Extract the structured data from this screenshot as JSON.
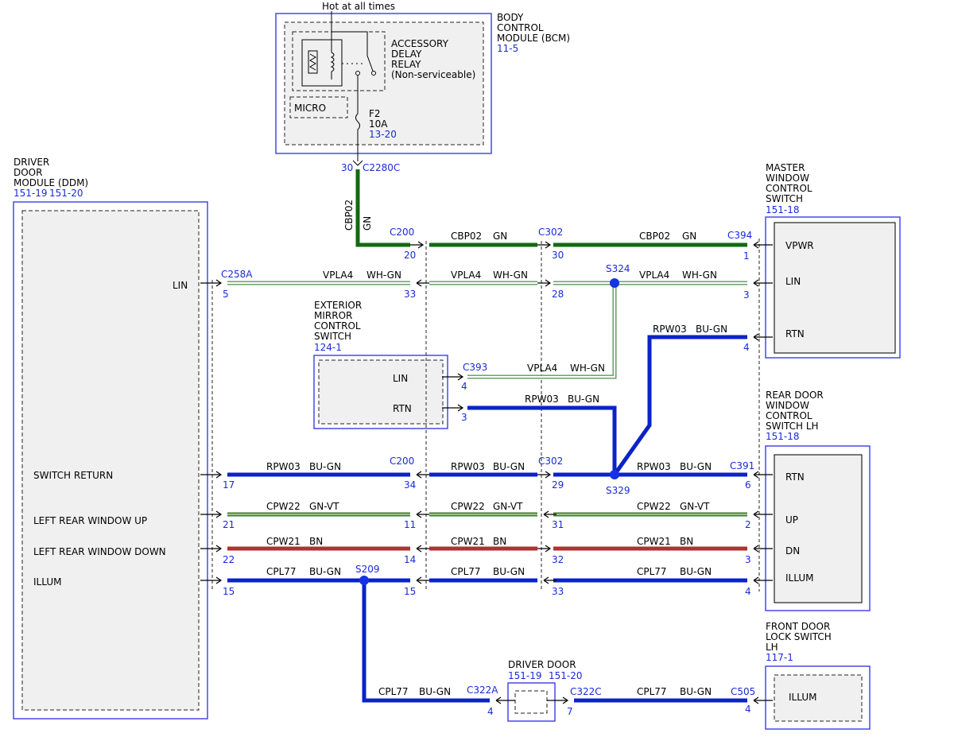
{
  "bcm": {
    "title_lines": [
      "BODY",
      "CONTROL",
      "MODULE (BCM)"
    ],
    "ref": "11-5",
    "hot_label": "Hot at all times",
    "relay_lines": [
      "ACCESSORY",
      "DELAY",
      "RELAY",
      "(Non-serviceable)"
    ],
    "micro": "MICRO",
    "fuse_name": "F2",
    "fuse_rating": "10A",
    "fuse_ref": "13-20",
    "pin": "30",
    "connector": "C2280C"
  },
  "ddm": {
    "title_lines": [
      "DRIVER",
      "DOOR",
      "MODULE (DDM)"
    ],
    "refs": [
      "151-19",
      "151-20"
    ],
    "pins": [
      "LIN",
      "SWITCH RETURN",
      "LEFT REAR WINDOW UP",
      "LEFT REAR WINDOW DOWN",
      "ILLUM"
    ]
  },
  "mwcs": {
    "title_lines": [
      "MASTER",
      "WINDOW",
      "CONTROL",
      "SWITCH"
    ],
    "ref": "151-18",
    "pins": [
      "VPWR",
      "LIN",
      "RTN"
    ]
  },
  "mirror": {
    "title_lines": [
      "EXTERIOR",
      "MIRROR",
      "CONTROL",
      "SWITCH"
    ],
    "ref": "124-1",
    "pins": [
      "LIN",
      "RTN"
    ]
  },
  "rdwcs": {
    "title_lines": [
      "REAR DOOR",
      "WINDOW",
      "CONTROL",
      "SWITCH LH"
    ],
    "ref": "151-18",
    "pins": [
      "RTN",
      "UP",
      "DN",
      "ILLUM"
    ]
  },
  "fdls": {
    "title_lines": [
      "FRONT DOOR",
      "LOCK SWITCH",
      "LH"
    ],
    "ref": "117-1",
    "pins": [
      "ILLUM"
    ]
  },
  "driver_door": {
    "title": "DRIVER DOOR",
    "refs": [
      "151-19",
      "151-20"
    ]
  },
  "connectors": {
    "c200": "C200",
    "c302": "C302",
    "c394": "C394",
    "c258a": "C258A",
    "c393": "C393",
    "c391": "C391",
    "c322a": "C322A",
    "c322c": "C322C",
    "c505": "C505"
  },
  "splices": {
    "s324": "S324",
    "s329": "S329",
    "s209": "S209"
  },
  "circuits": {
    "cbp02": "CBP02",
    "gn": "GN",
    "vpla4": "VPLA4",
    "wh_gn": "WH-GN",
    "rpw03": "RPW03",
    "bu_gn": "BU-GN",
    "cpw22": "CPW22",
    "gn_vt": "GN-VT",
    "cpw21": "CPW21",
    "bn": "BN",
    "cpl77": "CPL77"
  },
  "pin_numbers": {
    "cbp_c200": "20",
    "cbp_c302": "30",
    "cbp_c394": "1",
    "lin_c258a": "5",
    "lin_c200": "33",
    "lin_c302": "28",
    "lin_mwcs": "3",
    "rtn_mwcs": "4",
    "mirror_lin": "4",
    "mirror_rtn": "3",
    "sw_ddm": "17",
    "sw_c200": "34",
    "sw_c302": "29",
    "sw_c391": "6",
    "up_ddm": "21",
    "up_c200": "11",
    "up_c302": "31",
    "up_rd": "2",
    "dn_ddm": "22",
    "dn_c200": "14",
    "dn_c302": "32",
    "dn_rd": "3",
    "il_ddm": "15",
    "il_c200": "15",
    "il_c302": "33",
    "il_rd": "4",
    "c322a": "4",
    "c322c": "7",
    "c505": "4"
  }
}
